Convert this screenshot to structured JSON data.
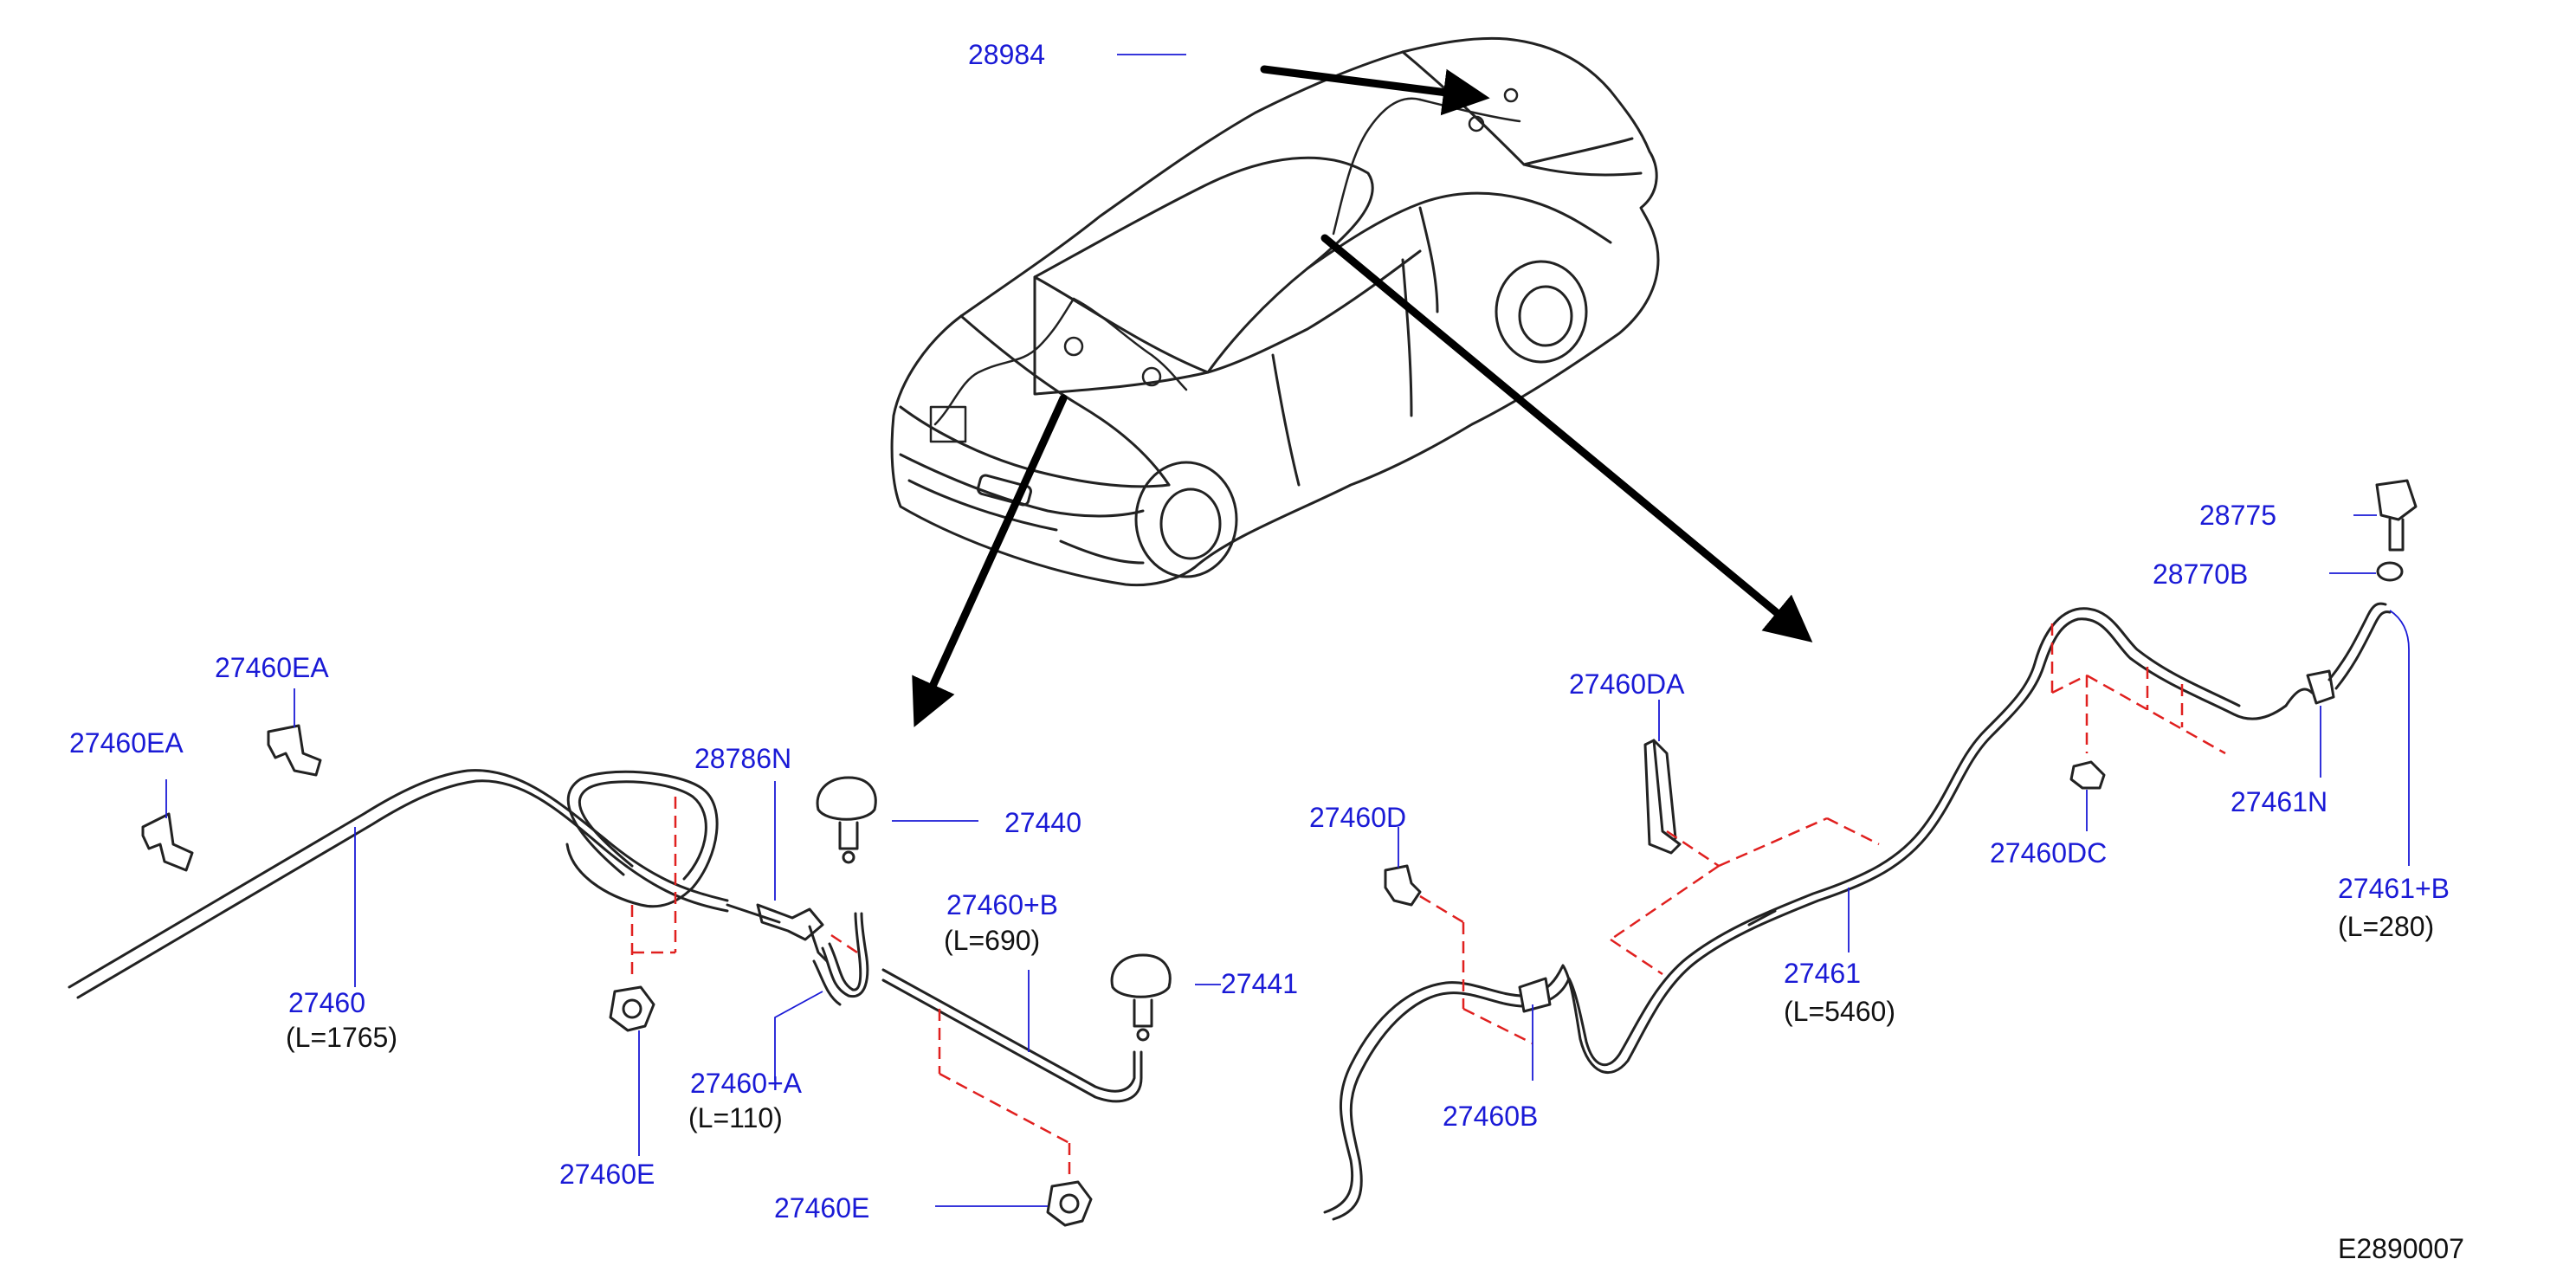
{
  "colors": {
    "part_label": "#1a1ad6",
    "length_label": "#111111",
    "line": "#222222",
    "leader": "#1a1ad6",
    "dashed": "#e0201f"
  },
  "parts": {
    "p28984": "28984",
    "p27460EA_a": "27460EA",
    "p27460EA_b": "27460EA",
    "p28786N": "28786N",
    "p27440": "27440",
    "p27460pB": "27460+B",
    "p27460pB_len": "(L=690)",
    "p27441": "27441",
    "p27460": "27460",
    "p27460_len": "(L=1765)",
    "p27460pA": "27460+A",
    "p27460pA_len": "(L=110)",
    "p27460E_a": "27460E",
    "p27460E_b": "27460E",
    "p27460DA": "27460DA",
    "p27460D": "27460D",
    "p27461": "27461",
    "p27461_len": "(L=5460)",
    "p27460B": "27460B",
    "p27460DC": "27460DC",
    "p28775": "28775",
    "p28770B": "28770B",
    "p27461N": "27461N",
    "p27461pB": "27461+B",
    "p27461pB_len": "(L=280)"
  },
  "diagram_code": "E2890007"
}
